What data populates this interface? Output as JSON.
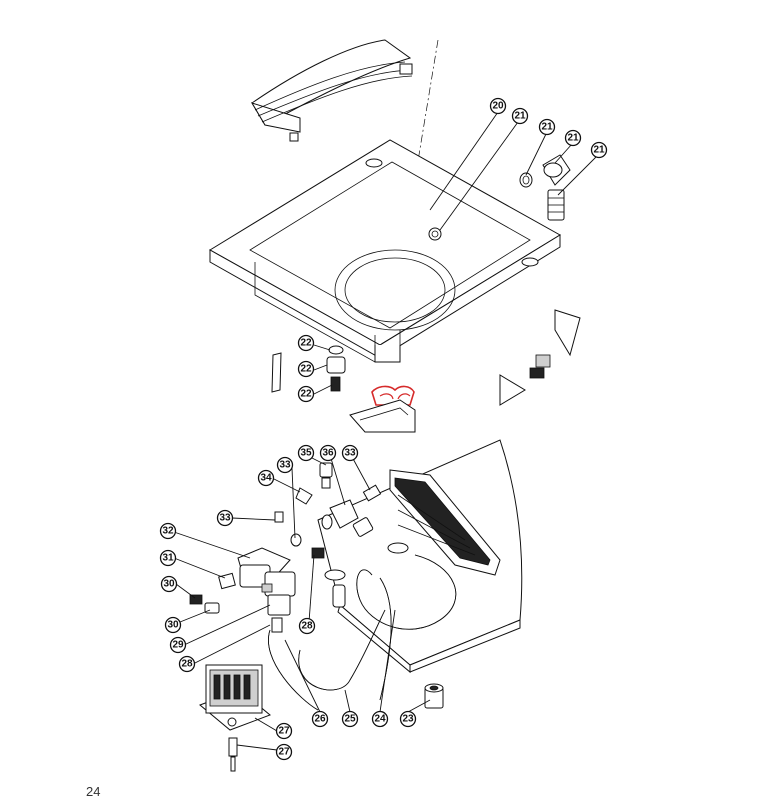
{
  "page_number": "24",
  "callouts": [
    {
      "id": "c20",
      "label": "20"
    },
    {
      "id": "c21a",
      "label": "21"
    },
    {
      "id": "c21b",
      "label": "21"
    },
    {
      "id": "c21c",
      "label": "21"
    },
    {
      "id": "c21d",
      "label": "21"
    },
    {
      "id": "c22a",
      "label": "22"
    },
    {
      "id": "c22b",
      "label": "22"
    },
    {
      "id": "c22c",
      "label": "22"
    },
    {
      "id": "c23",
      "label": "23"
    },
    {
      "id": "c24",
      "label": "24"
    },
    {
      "id": "c25",
      "label": "25"
    },
    {
      "id": "c26",
      "label": "26"
    },
    {
      "id": "c27a",
      "label": "27"
    },
    {
      "id": "c27b",
      "label": "27"
    },
    {
      "id": "c28a",
      "label": "28"
    },
    {
      "id": "c28b",
      "label": "28"
    },
    {
      "id": "c29",
      "label": "29"
    },
    {
      "id": "c30a",
      "label": "30"
    },
    {
      "id": "c30b",
      "label": "30"
    },
    {
      "id": "c31",
      "label": "31"
    },
    {
      "id": "c32",
      "label": "32"
    },
    {
      "id": "c33a",
      "label": "33"
    },
    {
      "id": "c33b",
      "label": "33"
    },
    {
      "id": "c33c",
      "label": "33"
    },
    {
      "id": "c34",
      "label": "34"
    },
    {
      "id": "c35",
      "label": "35"
    },
    {
      "id": "c36",
      "label": "36"
    }
  ],
  "logo": {
    "color": "#d62b2b"
  }
}
